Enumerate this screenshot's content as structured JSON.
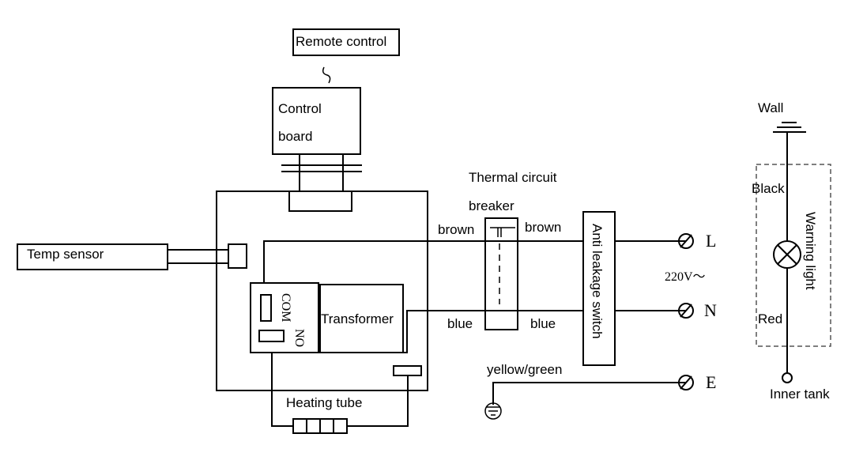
{
  "labels": {
    "remote_control": "Remote control",
    "control_board_line1": "Control",
    "control_board_line2": "board",
    "temp_sensor": "Temp sensor",
    "com": "COM",
    "no": "NO",
    "transformer": "Transformer",
    "heating_tube": "Heating tube",
    "thermal_line1": "Thermal circuit",
    "thermal_line2": "breaker",
    "brown_left": "brown",
    "brown_right": "brown",
    "blue_left": "blue",
    "blue_right": "blue",
    "anti_leakage": "Anti leakage switch",
    "yellow_green": "yellow/green",
    "terminal_l": "L",
    "terminal_n": "N",
    "terminal_e": "E",
    "voltage": "220V～",
    "wall": "Wall",
    "black": "Black",
    "red": "Red",
    "warning_light": "Warning light",
    "inner_tank": "Inner tank"
  }
}
